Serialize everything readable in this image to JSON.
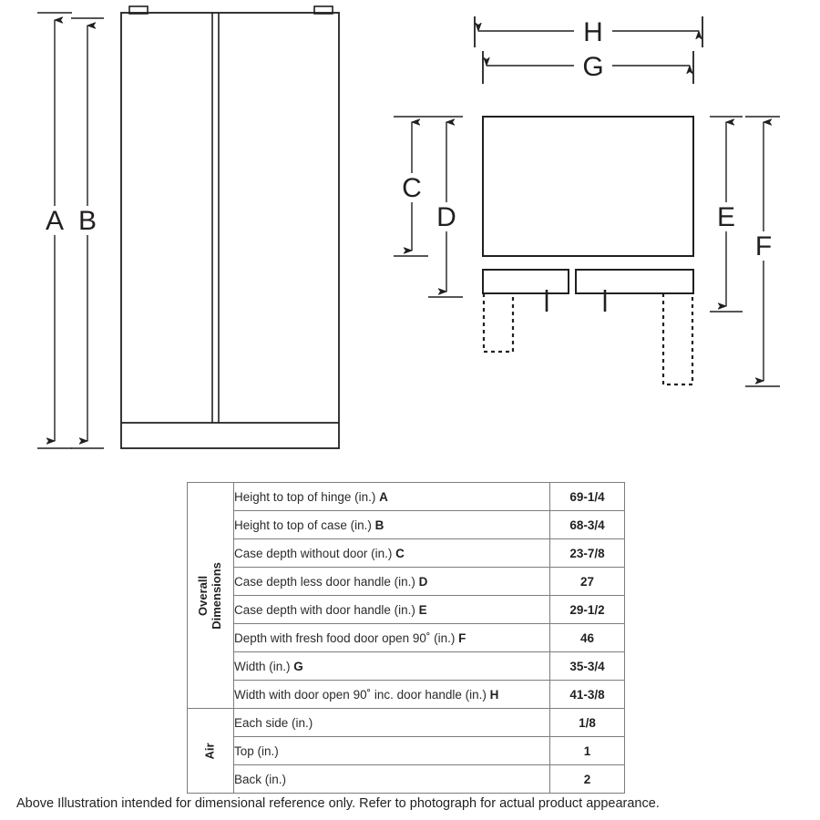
{
  "diagram": {
    "front_view": {
      "name": "refrigerator-front-elevation",
      "dimension_labels": [
        {
          "letter": "A",
          "meaning": "Height to top of hinge"
        },
        {
          "letter": "B",
          "meaning": "Height to top of case"
        }
      ]
    },
    "top_view": {
      "name": "refrigerator-top-plan",
      "dimension_labels": [
        {
          "letter": "H",
          "meaning": "Width with door open 90˚ inc. door handle"
        },
        {
          "letter": "G",
          "meaning": "Width"
        },
        {
          "letter": "C",
          "meaning": "Case depth without door"
        },
        {
          "letter": "D",
          "meaning": "Case depth less door handle"
        },
        {
          "letter": "E",
          "meaning": "Case depth with door handle"
        },
        {
          "letter": "F",
          "meaning": "Depth with fresh food door open 90˚"
        }
      ]
    }
  },
  "table": {
    "groups": [
      {
        "label": "Overall\nDimensions",
        "label_line1": "Overall",
        "label_line2": "Dimensions",
        "rows": [
          {
            "description": "Height to top of hinge (in.)",
            "tag": "A",
            "value": "69-1/4"
          },
          {
            "description": "Height to top of case (in.)",
            "tag": "B",
            "value": "68-3/4"
          },
          {
            "description": "Case depth without door (in.)",
            "tag": "C",
            "value": "23-7/8"
          },
          {
            "description": "Case depth less door handle (in.)",
            "tag": "D",
            "value": "27"
          },
          {
            "description": "Case depth with door handle (in.)",
            "tag": "E",
            "value": "29-1/2"
          },
          {
            "description": "Depth with fresh food door open 90˚ (in.)",
            "tag": "F",
            "value": "46"
          },
          {
            "description": "Width (in.)",
            "tag": "G",
            "value": "35-3/4"
          },
          {
            "description": "Width with door open 90˚ inc. door handle (in.)",
            "tag": "H",
            "value": "41-3/8"
          }
        ]
      },
      {
        "label": "Air",
        "label_line1": "Air",
        "label_line2": "",
        "rows": [
          {
            "description": "Each side (in.)",
            "tag": "",
            "value": "1/8"
          },
          {
            "description": "Top (in.)",
            "tag": "",
            "value": "1"
          },
          {
            "description": "Back (in.)",
            "tag": "",
            "value": "2"
          }
        ]
      }
    ]
  },
  "footer": {
    "note": "Above Illustration intended for dimensional reference only. Refer to photograph for actual product appearance."
  },
  "colors": {
    "line": "#231f20",
    "grid": "#7d7d7d",
    "background": "#ffffff"
  }
}
